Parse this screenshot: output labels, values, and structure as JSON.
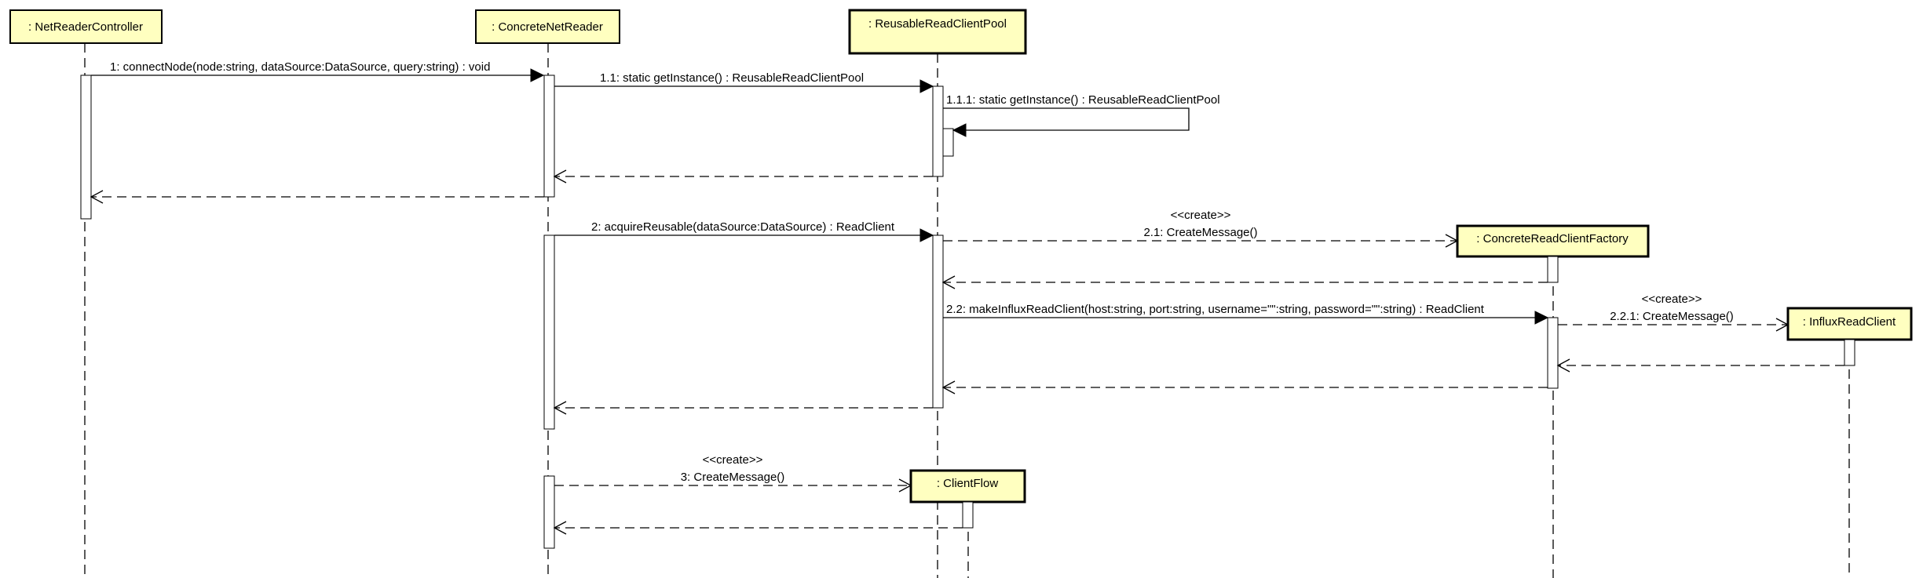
{
  "participants": {
    "net_reader_controller": ": NetReaderController",
    "concrete_net_reader": ": ConcreteNetReader",
    "reusable_read_client_pool": ": ReusableReadClientPool",
    "concrete_read_client_factory": ": ConcreteReadClientFactory",
    "influx_read_client": ": InfluxReadClient",
    "client_flow": ": ClientFlow"
  },
  "messages": {
    "m1": "1: connectNode(node:string, dataSource:DataSource, query:string) : void",
    "m1_1": "1.1: static getInstance() : ReusableReadClientPool",
    "m1_1_1": "1.1.1: static getInstance() : ReusableReadClientPool",
    "m2": "2: acquireReusable(dataSource:DataSource) : ReadClient",
    "m2_1_stereo": "<<create>>",
    "m2_1": "2.1: CreateMessage()",
    "m2_2": "2.2: makeInfluxReadClient(host:string, port:string, username=\"\":string, password=\"\":string) : ReadClient",
    "m2_2_1_stereo": "<<create>>",
    "m2_2_1": "2.2.1: CreateMessage()",
    "m3_stereo": "<<create>>",
    "m3": "3: CreateMessage()"
  }
}
